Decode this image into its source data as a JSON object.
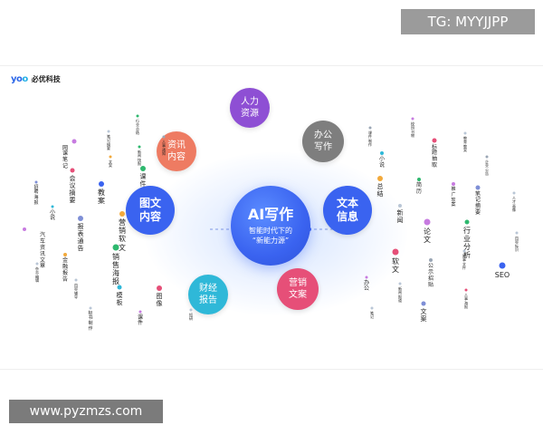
{
  "watermarks": {
    "top_right": "TG: MYYJJPP",
    "bottom_left": "www.pyzmzs.com"
  },
  "logo": {
    "mark_part1": "yo",
    "mark_part2": "o",
    "text": "必优科技"
  },
  "center": {
    "title": "AI写作",
    "subtitle_line1": "智能时代下的",
    "subtitle_line2": "“新能力源”",
    "color": "#3a63f0"
  },
  "hubs": [
    {
      "id": "renli",
      "label": "人力\n资源",
      "color": "#8e4fd4",
      "size": "sm"
    },
    {
      "id": "zixun",
      "label": "资讯\n内容",
      "color": "#ee7b62",
      "size": "sm"
    },
    {
      "id": "bangong",
      "label": "办公\n写作",
      "color": "#7e7e7e",
      "size": "sm"
    },
    {
      "id": "tuwen",
      "label": "图文\n内容",
      "color": "#3a63f0",
      "size": "big"
    },
    {
      "id": "wenben",
      "label": "文本\n信息",
      "color": "#3a63f0",
      "size": "big"
    },
    {
      "id": "caijing",
      "label": "财经\n报告",
      "color": "#2fb8d8",
      "size": "sm"
    },
    {
      "id": "yingxiao",
      "label": "营销\n文案",
      "color": "#e64f78",
      "size": "sm"
    }
  ],
  "nodes": [
    {
      "label": "行业总结",
      "color": "#2eb86e",
      "dot": 3,
      "font": 4
    },
    {
      "label": "笔记摘要",
      "color": "#b9c6d6",
      "dot": 3,
      "font": 4
    },
    {
      "label": "人事通知",
      "color": "#9aa6b5",
      "dot": 3,
      "font": 4
    },
    {
      "label": "网课笔记",
      "color": "#c77be0",
      "dot": 5,
      "font": 6
    },
    {
      "label": "新闻快报",
      "color": "#2eb86e",
      "dot": 3,
      "font": 4
    },
    {
      "label": "文案",
      "color": "#f2a93b",
      "dot": 3,
      "font": 4
    },
    {
      "label": "课件",
      "color": "#2eb86e",
      "dot": 6,
      "font": 7
    },
    {
      "label": "会议\n摘要",
      "color": "#e64f78",
      "dot": 5,
      "font": 7
    },
    {
      "label": "招聘海报",
      "color": "#7e8fd6",
      "dot": 3,
      "font": 5
    },
    {
      "label": "教案",
      "color": "#3a63f0",
      "dot": 6,
      "font": 8
    },
    {
      "label": "小说",
      "color": "#2fb8d8",
      "dot": 3,
      "font": 6
    },
    {
      "label": "营销软文",
      "color": "#f2a93b",
      "dot": 6,
      "font": 8
    },
    {
      "label": "报表通告",
      "color": "#7e8fd6",
      "dot": 6,
      "font": 7
    },
    {
      "label": "汽车资讯文章",
      "color": "#c77be0",
      "dot": 4,
      "font": 6
    },
    {
      "label": "销售海报",
      "color": "#2eb86e",
      "dot": 7,
      "font": 8
    },
    {
      "label": "杂志编辑",
      "color": "#b9c6d6",
      "dot": 3,
      "font": 4
    },
    {
      "label": "金融报告",
      "color": "#f2a93b",
      "dot": 4,
      "font": 6
    },
    {
      "label": "内容辅导",
      "color": "#b9c6d6",
      "dot": 3,
      "font": 4
    },
    {
      "label": "模板",
      "color": "#2fb8d8",
      "dot": 5,
      "font": 7
    },
    {
      "label": "图像",
      "color": "#e64f78",
      "dot": 6,
      "font": 7
    },
    {
      "label": "标书制作",
      "color": "#b9c6d6",
      "dot": 3,
      "font": 5
    },
    {
      "label": "课件",
      "color": "#c77be0",
      "dot": 3,
      "font": 6
    },
    {
      "label": "短研",
      "color": "#b9c6d6",
      "dot": 3,
      "font": 4
    },
    {
      "label": "校园刊物",
      "color": "#c77be0",
      "dot": 3,
      "font": 4
    },
    {
      "label": "课件制作",
      "color": "#9aa6b5",
      "dot": 3,
      "font": 4
    },
    {
      "label": "标题\n抽取",
      "color": "#e64f78",
      "dot": 5,
      "font": 6
    },
    {
      "label": "教育教案",
      "color": "#b9c6d6",
      "dot": 3,
      "font": 4
    },
    {
      "label": "小说",
      "color": "#2fb8d8",
      "dot": 4,
      "font": 6
    },
    {
      "label": "企业公告",
      "color": "#9aa6b5",
      "dot": 3,
      "font": 4
    },
    {
      "label": "总结",
      "color": "#f2a93b",
      "dot": 6,
      "font": 7
    },
    {
      "label": "简历",
      "color": "#2eb86e",
      "dot": 4,
      "font": 6
    },
    {
      "label": "推广\n软案",
      "color": "#c77be0",
      "dot": 4,
      "font": 5
    },
    {
      "label": "笔记摘要",
      "color": "#7e8fd6",
      "dot": 5,
      "font": 6
    },
    {
      "label": "人才画像",
      "color": "#b9c6d6",
      "dot": 3,
      "font": 4
    },
    {
      "label": "新闻",
      "color": "#b9c6d6",
      "dot": 4,
      "font": 7
    },
    {
      "label": "论文",
      "color": "#c77be0",
      "dot": 7,
      "font": 8
    },
    {
      "label": "行业分析",
      "color": "#2eb86e",
      "dot": 5,
      "font": 8
    },
    {
      "label": "内容标识",
      "color": "#b9c6d6",
      "dot": 3,
      "font": 4
    },
    {
      "label": "软文",
      "color": "#e64f78",
      "dot": 7,
      "font": 8
    },
    {
      "label": "公示\n招贴",
      "color": "#9aa6b5",
      "dot": 4,
      "font": 6
    },
    {
      "label": "财事文件",
      "color": "#b9c6d6",
      "dot": 3,
      "font": 4
    },
    {
      "label": "SEO",
      "color": "#3a63f0",
      "dot": 7,
      "font": 8
    },
    {
      "label": "办公",
      "color": "#c77be0",
      "dot": 3,
      "font": 6
    },
    {
      "label": "新闻报道",
      "color": "#b9c6d6",
      "dot": 3,
      "font": 4
    },
    {
      "label": "人事海报",
      "color": "#e64f78",
      "dot": 3,
      "font": 4
    },
    {
      "label": "笔记",
      "color": "#b9c6d6",
      "dot": 3,
      "font": 4
    },
    {
      "label": "文案",
      "color": "#7e8fd6",
      "dot": 5,
      "font": 7
    }
  ]
}
